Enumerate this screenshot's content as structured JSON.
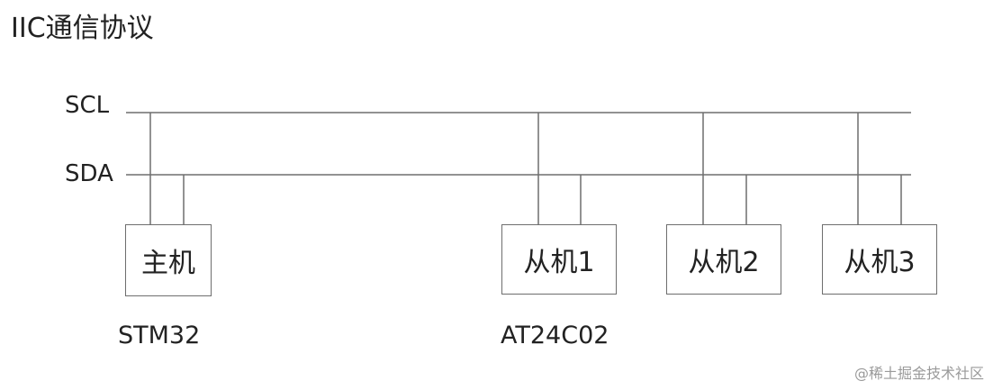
{
  "title": "IIC通信协议",
  "buses": {
    "scl": "SCL",
    "sda": "SDA"
  },
  "nodes": {
    "master": "主机",
    "slave1": "从机1",
    "slave2": "从机2",
    "slave3": "从机3"
  },
  "chips": {
    "master": "STM32",
    "slave1": "AT24C02"
  },
  "watermark": "@稀土掘金技术社区",
  "colors": {
    "line": "#6e6e6e",
    "text": "#222222",
    "watermark": "#9a9a9a"
  }
}
